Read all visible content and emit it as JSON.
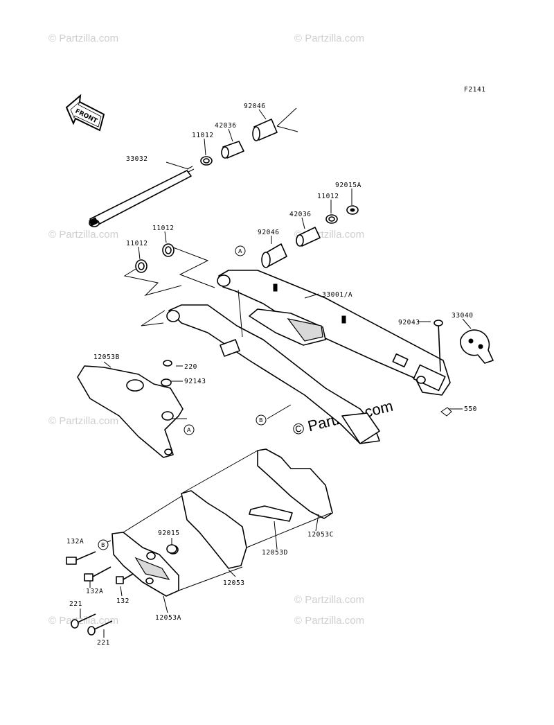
{
  "figure_code": "F2141",
  "front_label": "FRONT",
  "watermark": "© Partzilla.com",
  "watermark_center": "© Partzilla.com",
  "callout_letters": {
    "a": "A",
    "b": "B"
  },
  "part_labels": {
    "p92046_top": "92046",
    "p42036_top": "42036",
    "p11012_top": "11012",
    "p33032": "33032",
    "p92015A": "92015A",
    "p11012_right": "11012",
    "p42036_right": "42036",
    "p92046_right": "92046",
    "p11012_mid": "11012",
    "p11012_left": "11012",
    "p33001A": "33001/A",
    "p92043": "92043",
    "p33040": "33040",
    "p12053B": "12053B",
    "p220": "220",
    "p92143": "92143",
    "p550": "550",
    "p132A_1": "132A",
    "p92015": "92015",
    "p132A_2": "132A",
    "p132": "132",
    "p12053": "12053",
    "p12053D": "12053D",
    "p12053C": "12053C",
    "p12053A": "12053A",
    "p221_1": "221",
    "p221_2": "221"
  }
}
